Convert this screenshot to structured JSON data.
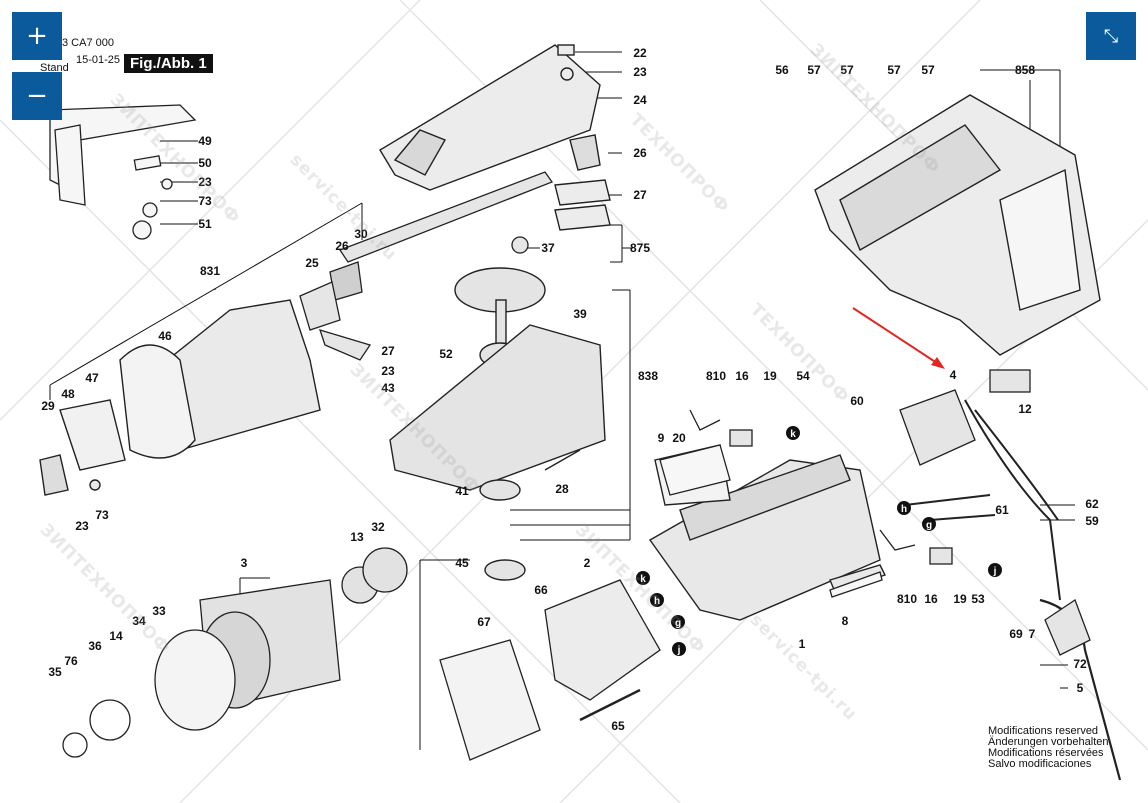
{
  "header": {
    "doc_code": "3 CA7 000",
    "stand_label": "Stand",
    "date": "15-01-25",
    "figure_label": "Fig./Abb. 1"
  },
  "controls": {
    "zoom_in_icon": "plus-icon",
    "zoom_out_icon": "minus-icon",
    "fullscreen_icon": "collapse-icon",
    "accent_color": "#0b5a9c"
  },
  "watermark": {
    "texts": [
      "ТЕХНОПРОФ",
      "ЗИПТЕХНОПРОФ",
      "service-tpi.ru"
    ]
  },
  "notes": [
    "Modifications reserved",
    "Änderungen vorbehalten",
    "Modifications réservées",
    "Salvo modificaciones"
  ],
  "callouts": [
    {
      "n": "22"
    },
    {
      "n": "23"
    },
    {
      "n": "24"
    },
    {
      "n": "26"
    },
    {
      "n": "27"
    },
    {
      "n": "875"
    },
    {
      "n": "37"
    },
    {
      "n": "49"
    },
    {
      "n": "50"
    },
    {
      "n": "23"
    },
    {
      "n": "73"
    },
    {
      "n": "51"
    },
    {
      "n": "30"
    },
    {
      "n": "26"
    },
    {
      "n": "25"
    },
    {
      "n": "831"
    },
    {
      "n": "46"
    },
    {
      "n": "47"
    },
    {
      "n": "48"
    },
    {
      "n": "29"
    },
    {
      "n": "23"
    },
    {
      "n": "73"
    },
    {
      "n": "27"
    },
    {
      "n": "23"
    },
    {
      "n": "43"
    },
    {
      "n": "52"
    },
    {
      "n": "39"
    },
    {
      "n": "838"
    },
    {
      "n": "28"
    },
    {
      "n": "41"
    },
    {
      "n": "45"
    },
    {
      "n": "3"
    },
    {
      "n": "13"
    },
    {
      "n": "32"
    },
    {
      "n": "2"
    },
    {
      "n": "66"
    },
    {
      "n": "67"
    },
    {
      "n": "65"
    },
    {
      "n": "33"
    },
    {
      "n": "34"
    },
    {
      "n": "14"
    },
    {
      "n": "36"
    },
    {
      "n": "76"
    },
    {
      "n": "35"
    },
    {
      "n": "56"
    },
    {
      "n": "57"
    },
    {
      "n": "57"
    },
    {
      "n": "57"
    },
    {
      "n": "57"
    },
    {
      "n": "858"
    },
    {
      "n": "4"
    },
    {
      "n": "12"
    },
    {
      "n": "810"
    },
    {
      "n": "16"
    },
    {
      "n": "19"
    },
    {
      "n": "54"
    },
    {
      "n": "60"
    },
    {
      "n": "9"
    },
    {
      "n": "20"
    },
    {
      "n": "1"
    },
    {
      "n": "8"
    },
    {
      "n": "810"
    },
    {
      "n": "16"
    },
    {
      "n": "19"
    },
    {
      "n": "53"
    },
    {
      "n": "61"
    },
    {
      "n": "62"
    },
    {
      "n": "59"
    },
    {
      "n": "69"
    },
    {
      "n": "7"
    },
    {
      "n": "72"
    },
    {
      "n": "5"
    }
  ],
  "connectors": [
    {
      "n": "k"
    },
    {
      "n": "h"
    },
    {
      "n": "g"
    },
    {
      "n": "j"
    },
    {
      "n": "k"
    },
    {
      "n": "h"
    },
    {
      "n": "g"
    },
    {
      "n": "j"
    }
  ]
}
